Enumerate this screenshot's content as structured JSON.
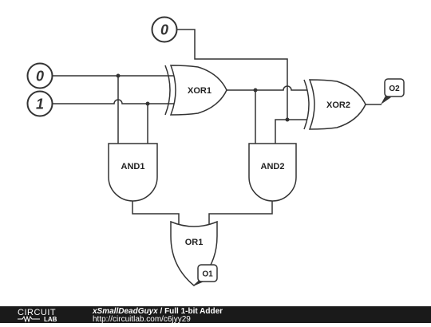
{
  "inputs": [
    {
      "id": "in-a",
      "value": "0"
    },
    {
      "id": "in-b",
      "value": "1"
    },
    {
      "id": "in-cin",
      "value": "0"
    }
  ],
  "gates": {
    "xor1": "XOR1",
    "xor2": "XOR2",
    "and1": "AND1",
    "and2": "AND2",
    "or1": "OR1"
  },
  "outputs": {
    "o1": "O1",
    "o2": "O2"
  },
  "footer": {
    "logo_top": "CIRCUIT",
    "logo_bottom": "LAB",
    "user": "xSmallDeadGuyx",
    "separator": " / ",
    "title": "Full 1-bit Adder",
    "url": "http://circuitlab.com/c6jyy29"
  },
  "colors": {
    "footer_bg": "#1a1a1a",
    "wire": "#333333"
  }
}
